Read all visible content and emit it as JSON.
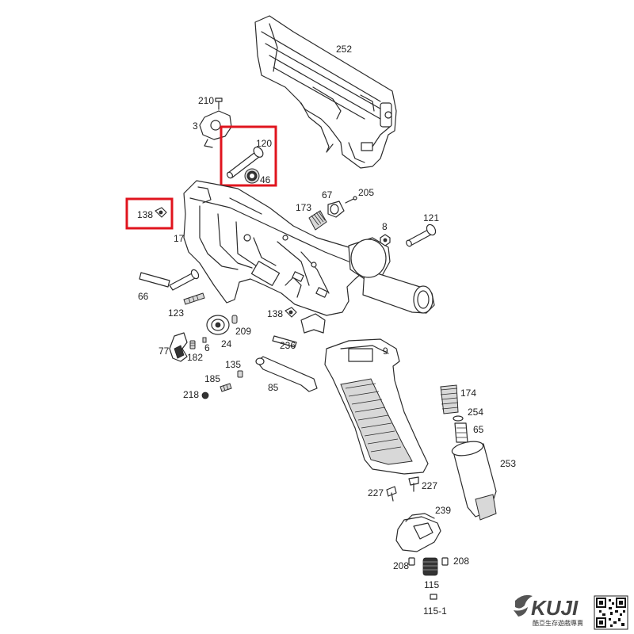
{
  "labels": {
    "p252": "252",
    "p210": "210",
    "p3": "3",
    "p120": "120",
    "p46": "46",
    "p138a": "138",
    "p17": "17",
    "p173": "173",
    "p67": "67",
    "p205": "205",
    "p8": "8",
    "p121": "121",
    "p66": "66",
    "p123": "123",
    "p138b": "138",
    "p209": "209",
    "p24": "24",
    "p77": "77",
    "p6": "6",
    "p182": "182",
    "p236": "236",
    "p9": "9",
    "p135": "135",
    "p185": "185",
    "p218": "218",
    "p85": "85",
    "p174": "174",
    "p254": "254",
    "p65": "65",
    "p253": "253",
    "p227a": "227",
    "p227b": "227",
    "p239": "239",
    "p208a": "208",
    "p208b": "208",
    "p115": "115",
    "p115_1": "115-1"
  },
  "highlights": {
    "color": "#e0141e"
  },
  "brand": {
    "name": "KUJI",
    "tagline": "酷亞生存遊戲專賣"
  }
}
